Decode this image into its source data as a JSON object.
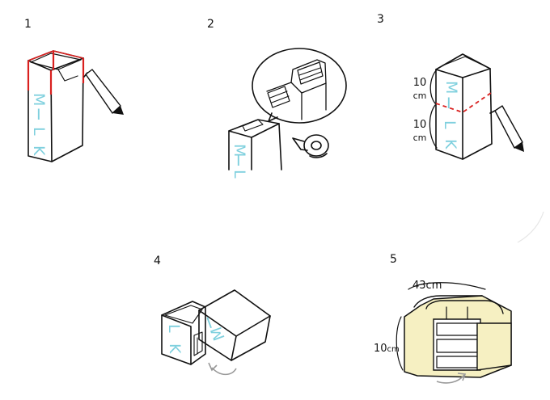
{
  "colors": {
    "ink": "#111111",
    "cut_line": "#d9201f",
    "milk_text": "#7fd0de",
    "tape": "#f6f0c2"
  },
  "icons": [
    "pen-icon",
    "tape-roll-icon",
    "rotate-arrow-icon"
  ],
  "steps": [
    {
      "number": "1",
      "carton_text": [
        "M",
        "I",
        "L",
        "K"
      ]
    },
    {
      "number": "2",
      "carton_text": [
        "M",
        "I",
        "L"
      ]
    },
    {
      "number": "3",
      "carton_text": [
        "M",
        "I",
        "L",
        "K"
      ],
      "top_label_value": "10",
      "top_label_unit": "cm",
      "bottom_label_value": "10",
      "bottom_label_unit": "cm"
    },
    {
      "number": "4",
      "carton_text": [
        "M",
        "I",
        "L",
        "K"
      ]
    },
    {
      "number": "5",
      "length_label": "43cm",
      "height_label_value": "10",
      "height_label_unit": "cm"
    }
  ]
}
